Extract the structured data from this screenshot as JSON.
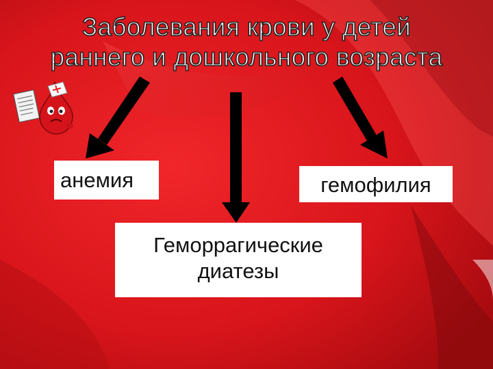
{
  "title": {
    "line1": "Заболевания крови у детей",
    "line2": "раннего и дошкольного возраста"
  },
  "boxes": {
    "anemia": "анемия",
    "hemophilia": "гемофилия",
    "diathesis_line1": "Геморрагические",
    "diathesis_line2": "диатезы"
  },
  "colors": {
    "background": "#e3181e",
    "arrow": "#000000",
    "box": "#ffffff"
  },
  "icons": [
    "blood-drop-mascot-icon"
  ]
}
